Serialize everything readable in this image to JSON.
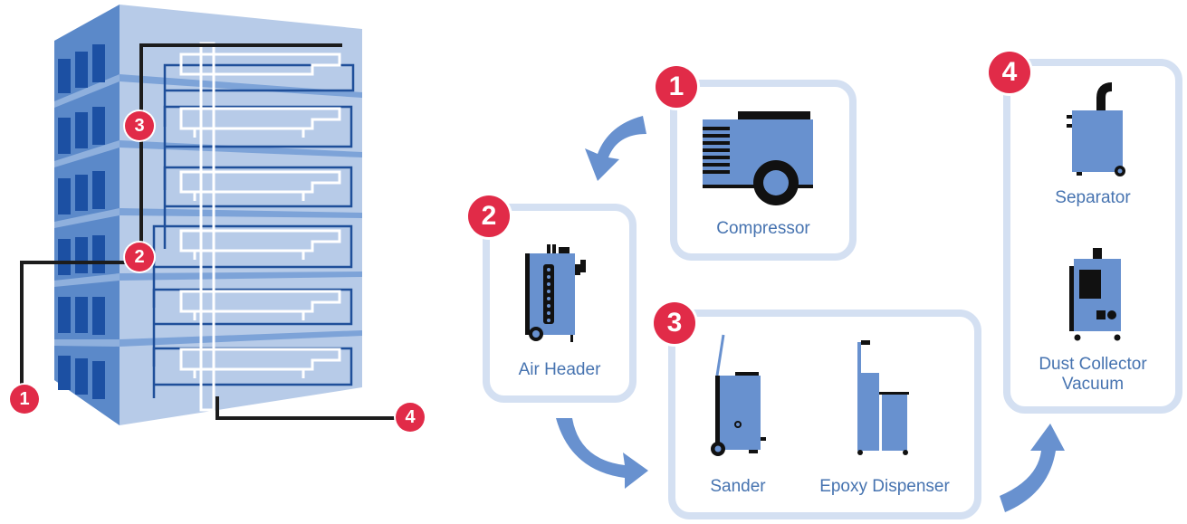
{
  "steps": {
    "s1": {
      "number": "1",
      "label": "Compressor"
    },
    "s2": {
      "number": "2",
      "label": "Air Header"
    },
    "s3": {
      "number": "3",
      "labels": [
        "Sander",
        "Epoxy Dispenser"
      ]
    },
    "s4": {
      "number": "4",
      "labels": [
        "Separator",
        "Dust Collector",
        "Vacuum"
      ]
    }
  },
  "building": {
    "badges": [
      "1",
      "2",
      "3",
      "4"
    ]
  },
  "colors": {
    "badge": "#e12b48",
    "card_border": "#d4e0f2",
    "equipment": "#6891cf",
    "arrow": "#6891cf",
    "label": "#4673b0",
    "building_front": "#b7cbe8",
    "building_side": "#5b89c9",
    "pipe_dark": "#1c1c1c",
    "pipe_blue": "#1f4f9a"
  },
  "icons": [
    "compressor-icon",
    "air-header-icon",
    "sander-icon",
    "epoxy-dispenser-icon",
    "separator-icon",
    "dust-collector-icon",
    "flow-arrow-icon",
    "building-icon"
  ]
}
